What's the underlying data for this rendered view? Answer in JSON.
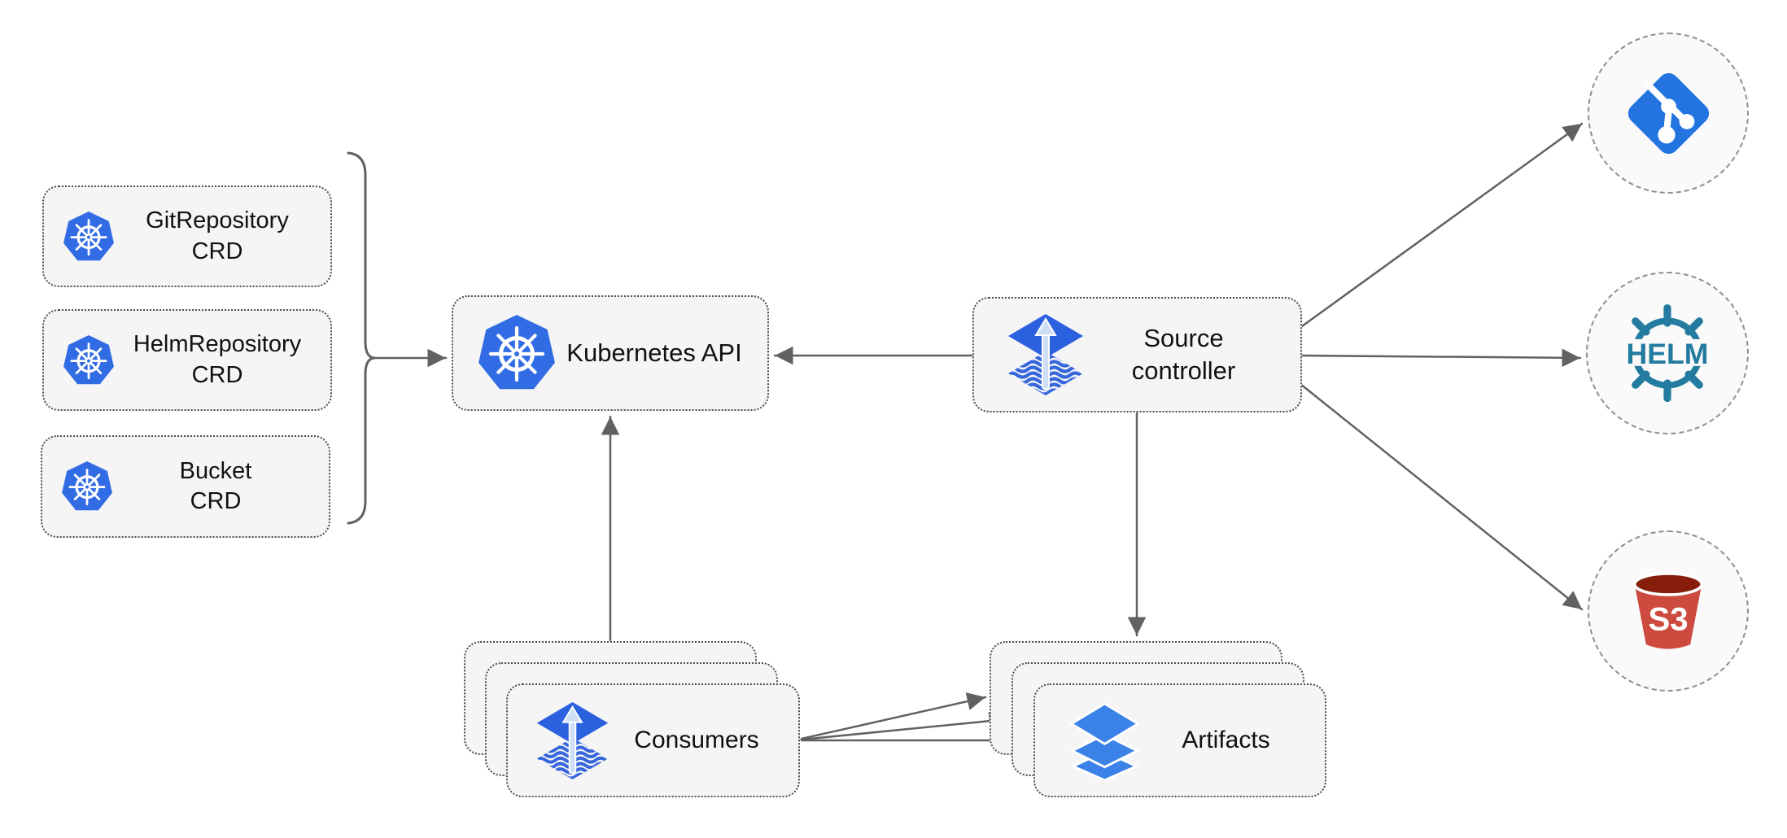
{
  "colors": {
    "background": "#ffffff",
    "box_fill": "#f5f5f6",
    "box_border": "#4d4d4d",
    "circle_border": "#8f8f8f",
    "arrow": "#616161",
    "kubernetes_blue": "#326CE5",
    "flux_blue": "#2B61DE",
    "flux_arrow_light": "#CDDEF6",
    "layers_blue": "#3B82E8",
    "git_blue": "#2374E1",
    "helm_teal": "#237B9F",
    "s3_red": "#CD4A3F",
    "s3_dark_red": "#871E0C",
    "text": "#111111"
  },
  "nodes": {
    "git_repository_crd": {
      "line1": "GitRepository",
      "line2": "CRD",
      "icon": "kubernetes-icon"
    },
    "helm_repository_crd": {
      "line1": "HelmRepository",
      "line2": "CRD",
      "icon": "kubernetes-icon"
    },
    "bucket_crd": {
      "line1": "Bucket",
      "line2": "CRD",
      "icon": "kubernetes-icon"
    },
    "kubernetes_api": {
      "label": "Kubernetes API",
      "icon": "kubernetes-icon"
    },
    "source_controller": {
      "line1": "Source",
      "line2": "controller",
      "icon": "flux-icon"
    },
    "consumers": {
      "label": "Consumers",
      "icon": "flux-icon",
      "stacked": true
    },
    "artifacts": {
      "label": "Artifacts",
      "icon": "layers-icon",
      "stacked": true
    },
    "git_endpoint": {
      "icon": "git-icon"
    },
    "helm_endpoint": {
      "icon": "helm-icon",
      "logo_text": "HELM"
    },
    "s3_endpoint": {
      "icon": "s3-bucket-icon",
      "logo_text": "S3"
    }
  },
  "edges": [
    {
      "from": "crd-group-bracket",
      "to": "kubernetes_api"
    },
    {
      "from": "source_controller",
      "to": "kubernetes_api"
    },
    {
      "from": "source_controller",
      "to": "git_endpoint"
    },
    {
      "from": "source_controller",
      "to": "helm_endpoint"
    },
    {
      "from": "source_controller",
      "to": "s3_endpoint"
    },
    {
      "from": "source_controller",
      "to": "artifacts"
    },
    {
      "from": "consumers",
      "to": "kubernetes_api"
    },
    {
      "from": "consumers",
      "to": "artifacts",
      "count": 3
    }
  ]
}
